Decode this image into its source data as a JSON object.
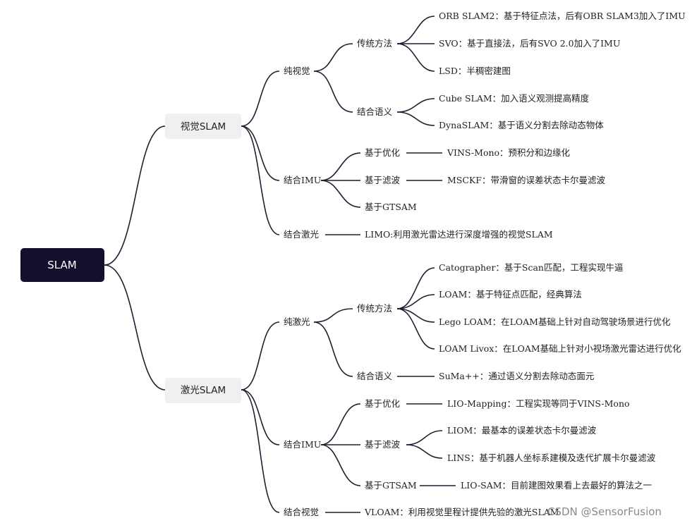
{
  "root": "SLAM",
  "visual": {
    "title": "视觉SLAM",
    "pure": {
      "label": "纯视觉",
      "traditional": {
        "label": "传统方法",
        "items": [
          "ORB SLAM2：基于特征点法，后有OBR SLAM3加入了IMU",
          "SVO：基于直接法，后有SVO 2.0加入了IMU",
          "LSD：半稠密建图"
        ]
      },
      "semantic": {
        "label": "结合语义",
        "items": [
          "Cube SLAM：加入语义观测提高精度",
          "DynaSLAM：基于语义分割去除动态物体"
        ]
      }
    },
    "imu": {
      "label": "结合IMU",
      "opt": {
        "label": "基于优化",
        "item": "VINS-Mono：预积分和边缘化"
      },
      "filter": {
        "label": "基于滤波",
        "item": "MSCKF：带滑窗的误差状态卡尔曼滤波"
      },
      "gtsam": {
        "label": "基于GTSAM"
      }
    },
    "laser": {
      "label": "结合激光",
      "item": "LIMO:利用激光雷达进行深度增强的视觉SLAM"
    }
  },
  "lidar": {
    "title": "激光SLAM",
    "pure": {
      "label": "纯激光",
      "traditional": {
        "label": "传统方法",
        "items": [
          "Catographer：基于Scan匹配，工程实现牛逼",
          "LOAM：基于特征点匹配，经典算法",
          "Lego LOAM：在LOAM基础上针对自动驾驶场景进行优化",
          "LOAM Livox：在LOAM基础上针对小视场激光雷达进行优化"
        ]
      },
      "semantic": {
        "label": "结合语义",
        "item": "SuMa++：通过语义分割去除动态面元"
      }
    },
    "imu": {
      "label": "结合IMU",
      "opt": {
        "label": "基于优化",
        "item": "LIO-Mapping：工程实现等同于VINS-Mono"
      },
      "filter": {
        "label": "基于滤波",
        "items": [
          "LIOM：最基本的误差状态卡尔曼滤波",
          "LINS：基于机器人坐标系建模及迭代扩展卡尔曼滤波"
        ]
      },
      "gtsam": {
        "label": "基于GTSAM",
        "item": "LIO-SAM：目前建图效果看上去最好的算法之一"
      }
    },
    "vision": {
      "label": "结合视觉",
      "item": "VLOAM：利用视觉里程计提供先验的激光SLAM"
    }
  },
  "watermark": "CSDN @SensorFusion"
}
